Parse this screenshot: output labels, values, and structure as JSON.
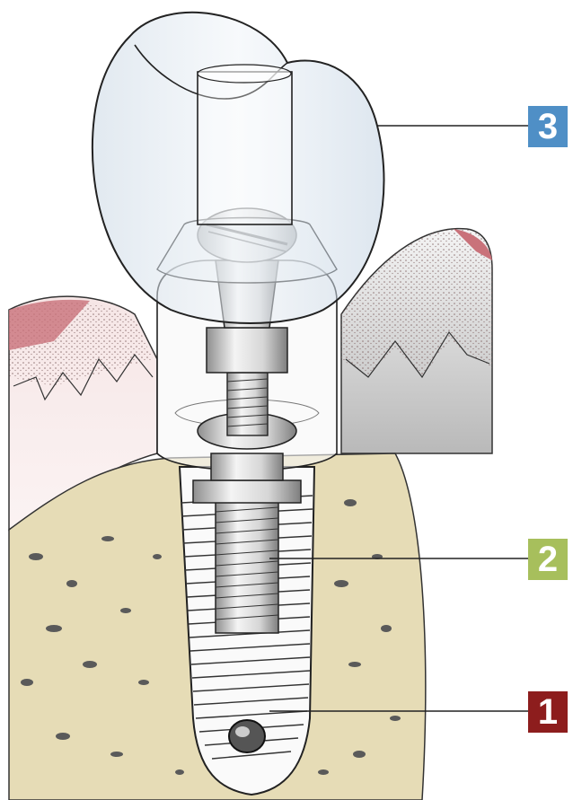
{
  "callouts": [
    {
      "label": "3",
      "color": "#4f8fc6",
      "part": "crown"
    },
    {
      "label": "2",
      "color": "#a7bf5c",
      "part": "abutment-screw"
    },
    {
      "label": "1",
      "color": "#8d1d1d",
      "part": "implant-fixture"
    }
  ],
  "colors": {
    "bone": "#e6dcb6",
    "gum": "#eed6d6",
    "gum_dark": "#c9727a",
    "metal_light": "#f2f2f2",
    "metal_dark": "#9a9a9a",
    "outline": "#1a1a1a",
    "crown_glass": "#e4ecf3"
  }
}
